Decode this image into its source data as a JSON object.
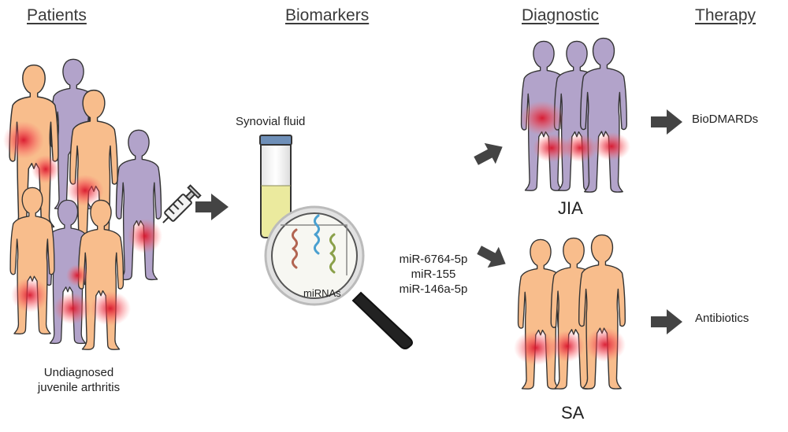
{
  "headers": {
    "patients": "Patients",
    "biomarkers": "Biomarkers",
    "diagnostic": "Diagnostic",
    "therapy": "Therapy"
  },
  "patients": {
    "caption_line1": "Undiagnosed",
    "caption_line2": "juvenile arthritis"
  },
  "biomarkers": {
    "tube_label": "Synovial fluid",
    "lens_label": "miRNAs",
    "mirna_list": [
      "miR-6764-5p",
      "miR-155",
      "miR-146a-5p"
    ]
  },
  "diagnostic": {
    "jia_label": "JIA",
    "sa_label": "SA"
  },
  "therapy": {
    "jia_therapy": "BioDMARDs",
    "sa_therapy": "Antibiotics"
  },
  "colors": {
    "orange_child": "#F8BD8C",
    "purple_child": "#B2A3CA",
    "inflammation": "#E0283A",
    "fluid": "#EBEA9E",
    "outline": "#333333"
  }
}
